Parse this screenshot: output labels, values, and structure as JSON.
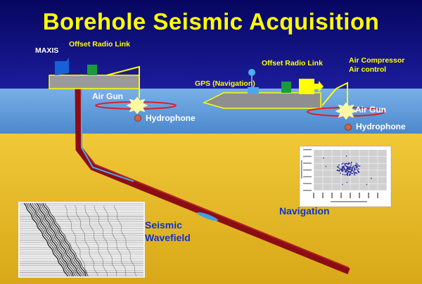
{
  "title": "Borehole Seismic Acquisition",
  "labels": {
    "maxis": "MAXIS",
    "offset_radio_link_left": "Offset Radio Link",
    "offset_radio_link_right": "Offset  Radio Link",
    "air_compressor": "Air Compressor",
    "air_control": "Air control",
    "gps": "GPS (Navigation)",
    "air_gun_left": "Air Gun",
    "air_gun_right": "Air Gun",
    "hydrophone_left": "Hydrophone",
    "hydrophone_right": "Hydrophone",
    "navigation": "Navigation",
    "seismic_line1": "Seismic",
    "seismic_line2": "Wavefield"
  },
  "colors": {
    "sky": "#0a0a7a",
    "sea": "#5f9ad8",
    "ground": "#e8c040",
    "title": "#ffff00",
    "borehole": "#8b0d14",
    "rig": "#909090",
    "cable": "#ffff00",
    "ring": "#d8202a"
  }
}
